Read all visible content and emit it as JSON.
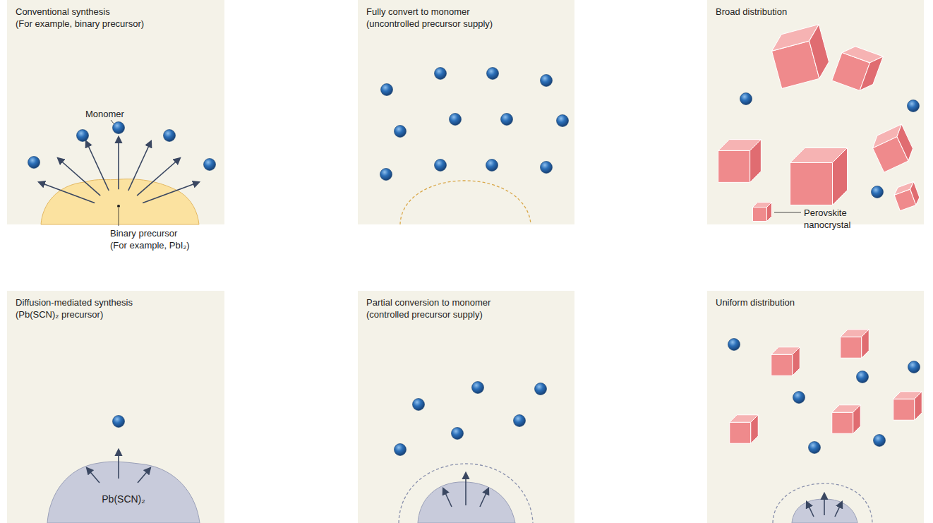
{
  "diagram": {
    "nodes": [
      {
        "text": [
          "Conventional synthesis",
          "(For example, binary precursor)"
        ]
      },
      {
        "text": [
          "Fully convert to monomer",
          "(uncontrolled precursor supply)"
        ]
      },
      {
        "text": [
          "Broad distribution"
        ]
      },
      {
        "text": [
          "Diffusion-mediated synthesis",
          "(Pb(SCN)₂ precursor)"
        ]
      },
      {
        "text": [
          "Pb(SCN)₂"
        ],
        "in": 3
      },
      {
        "text": [
          "Partial conversion to monomer",
          "(controlled precursor supply)"
        ]
      },
      {
        "text": [
          "Uniform distribution"
        ]
      }
    ],
    "labels": [
      "Monomer",
      "Binary precursor",
      "(For example, PbI₂)",
      "Perovskite nanocrystal"
    ]
  }
}
